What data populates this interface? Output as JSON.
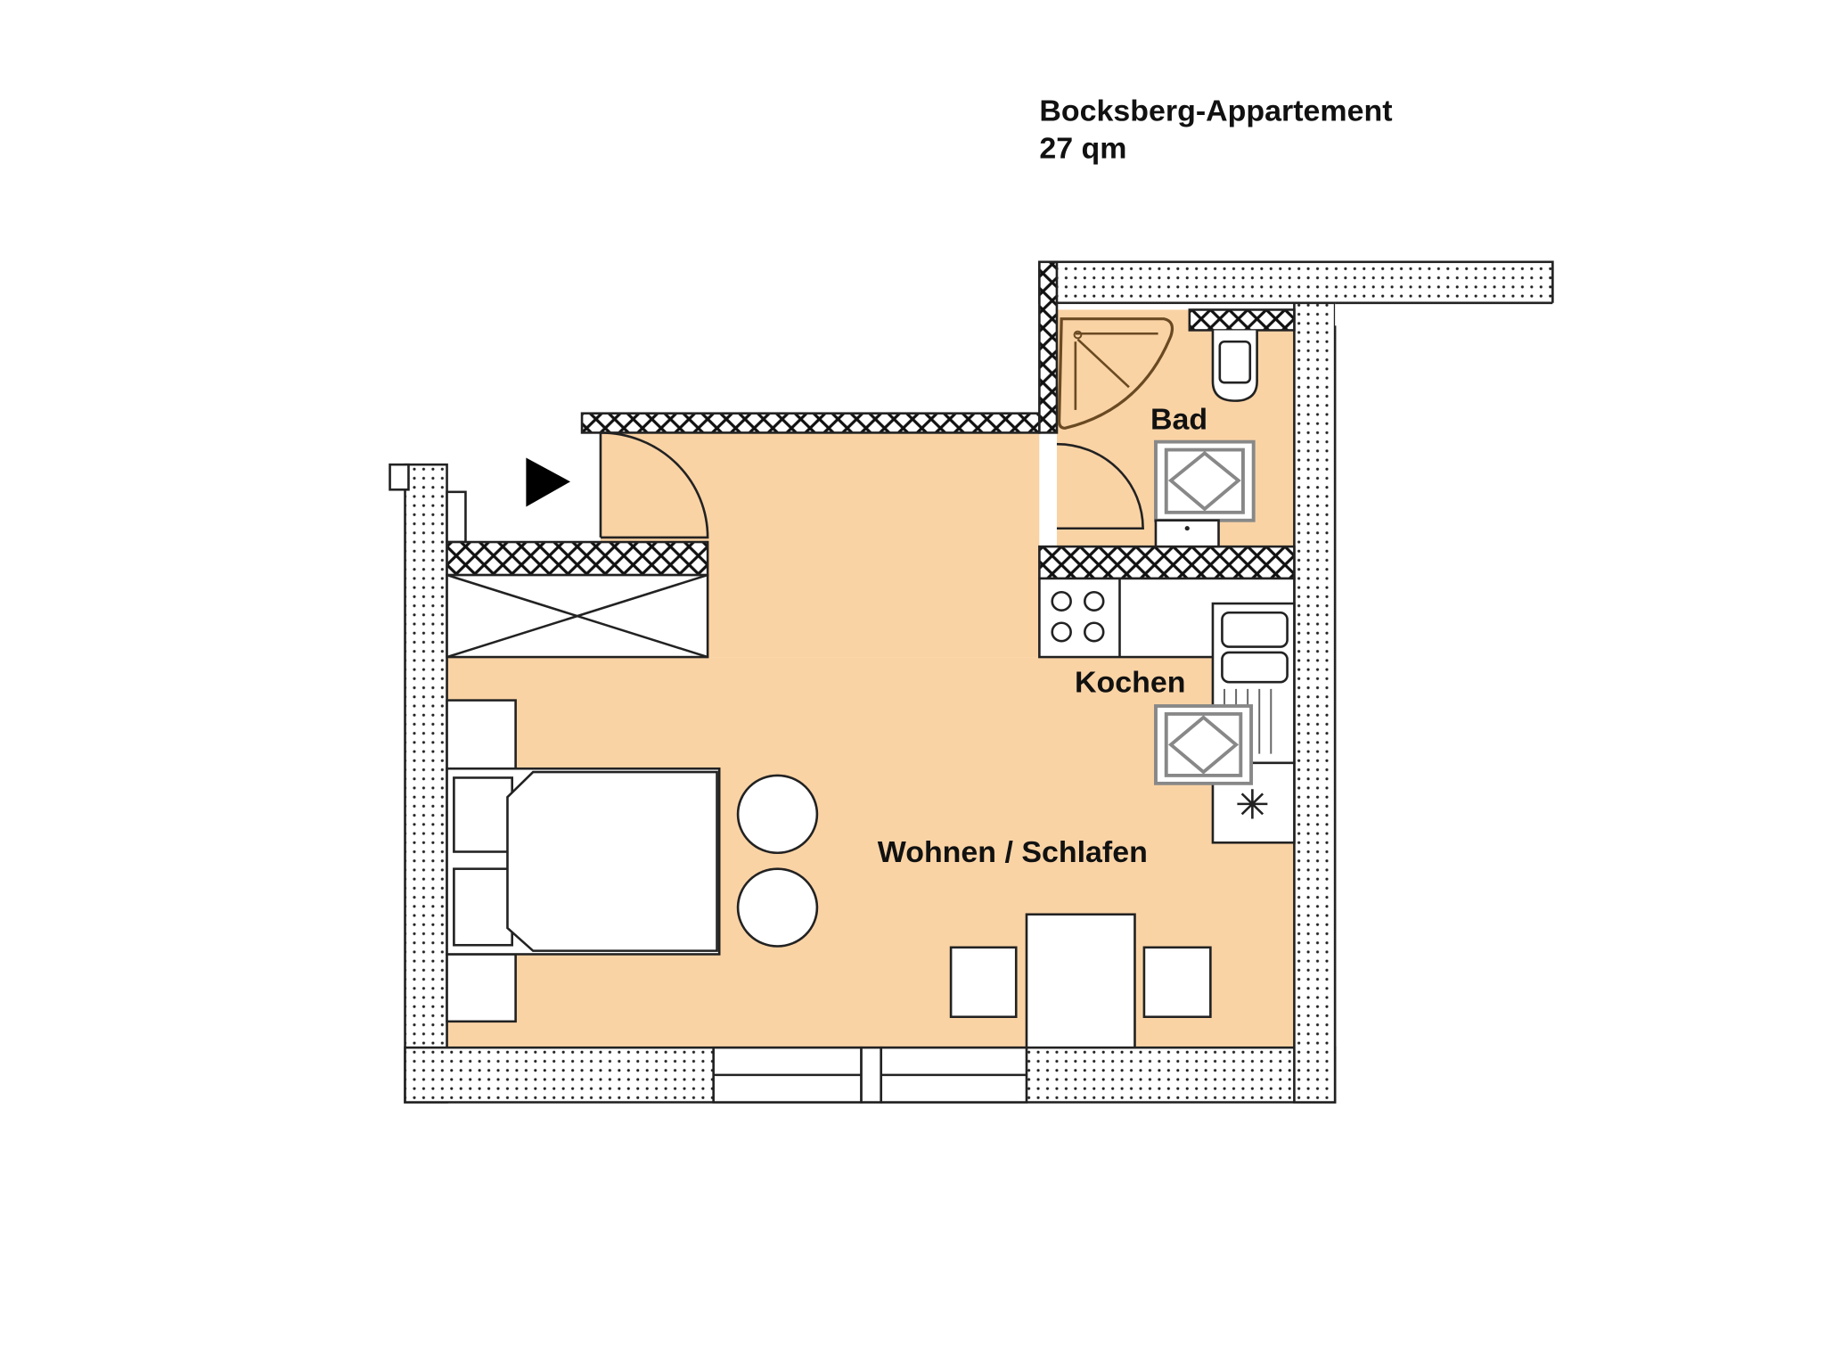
{
  "title": {
    "name": "Bocksberg-Appartement",
    "area": "27 qm"
  },
  "rooms": {
    "bath": "Bad",
    "kitchen": "Kochen",
    "living": "Wohnen / Schlafen"
  },
  "colors": {
    "floor": "#FAD3A5",
    "wall_line": "#222222"
  }
}
